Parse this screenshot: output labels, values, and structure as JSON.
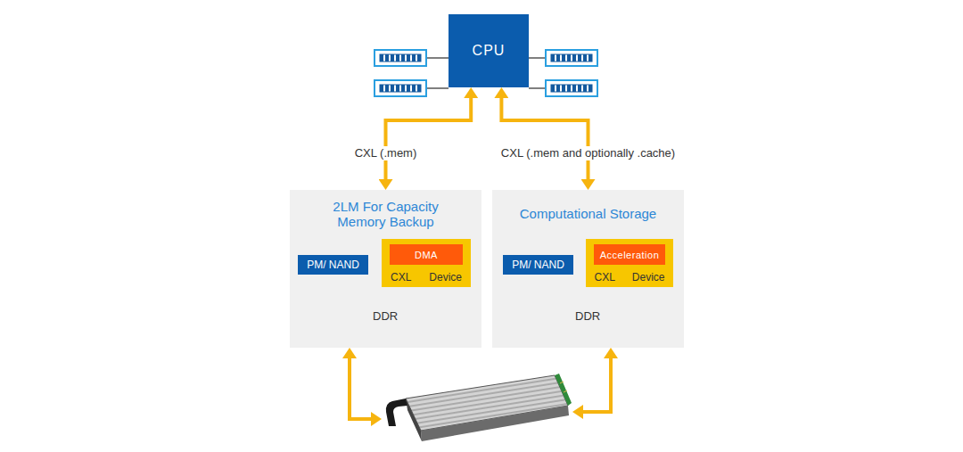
{
  "diagram": {
    "nodes": [
      {
        "text": [
          "CPU"
        ]
      },
      {
        "text": [
          "2LM For Capacity Memory Backup"
        ]
      },
      {
        "text": [
          "PM/ NAND"
        ],
        "in": 1
      },
      {
        "text": [
          "CXL",
          "Device"
        ],
        "in": 1
      },
      {
        "text": [
          "DMA"
        ],
        "in": 3
      },
      {
        "text": [
          "Computational Storage"
        ]
      },
      {
        "text": [
          "PM/ NAND"
        ],
        "in": 5
      },
      {
        "text": [
          "CXL",
          "Device"
        ],
        "in": 5
      },
      {
        "text": [
          "Acceleration"
        ],
        "in": 7
      }
    ],
    "edges": [
      {
        "from": 0,
        "to": 1,
        "arrow": "both",
        "label": "CXL (.mem)"
      },
      {
        "from": 0,
        "to": 5,
        "arrow": "both",
        "label": "CXL (.mem and optionally .cache)"
      },
      {
        "from": 2,
        "to": 3,
        "arrow": "none"
      },
      {
        "from": 6,
        "to": 7,
        "arrow": "none"
      }
    ],
    "labels": [
      "DDR",
      "DDR"
    ]
  }
}
